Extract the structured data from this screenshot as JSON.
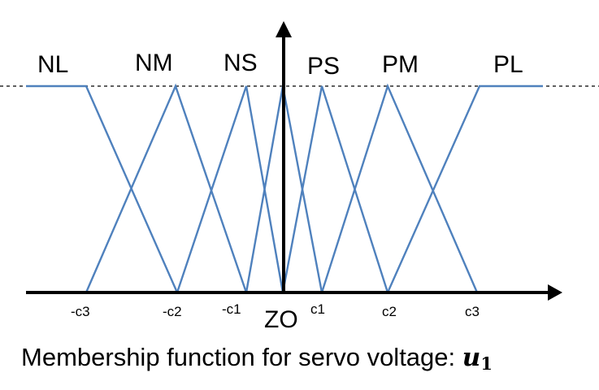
{
  "diagram": {
    "membership_sets": [
      {
        "id": "NL",
        "label": "NL"
      },
      {
        "id": "NM",
        "label": "NM"
      },
      {
        "id": "NS",
        "label": "NS"
      },
      {
        "id": "ZO",
        "label": "ZO"
      },
      {
        "id": "PS",
        "label": "PS"
      },
      {
        "id": "PM",
        "label": "PM"
      },
      {
        "id": "PL",
        "label": "PL"
      }
    ],
    "ticks": [
      {
        "id": "neg-c3",
        "label": "-c3"
      },
      {
        "id": "neg-c2",
        "label": "-c2"
      },
      {
        "id": "neg-c1",
        "label": "-c1"
      },
      {
        "id": "c1",
        "label": "c1"
      },
      {
        "id": "c2",
        "label": "c2"
      },
      {
        "id": "c3",
        "label": "c3"
      }
    ],
    "caption": {
      "text": "Membership function for servo voltage: ",
      "variable": "u",
      "subscript": "1"
    },
    "colors": {
      "membership_line": "#4f81bd",
      "axis": "#000000"
    }
  }
}
